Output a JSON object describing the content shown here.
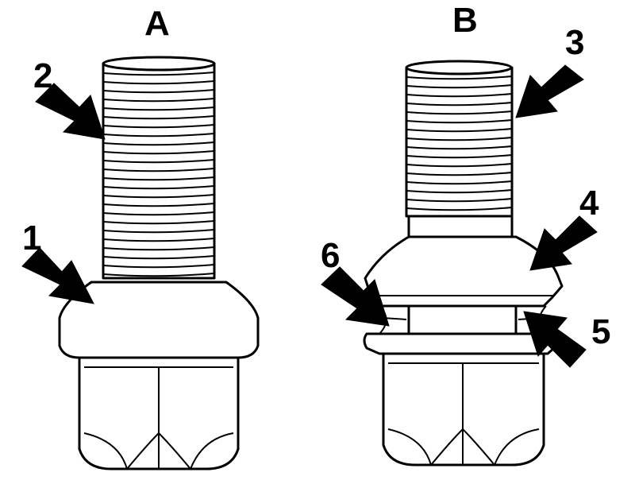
{
  "figure": {
    "bolt_a_label": "A",
    "bolt_b_label": "B",
    "callouts": [
      "1",
      "2",
      "3",
      "4",
      "5",
      "6"
    ]
  }
}
